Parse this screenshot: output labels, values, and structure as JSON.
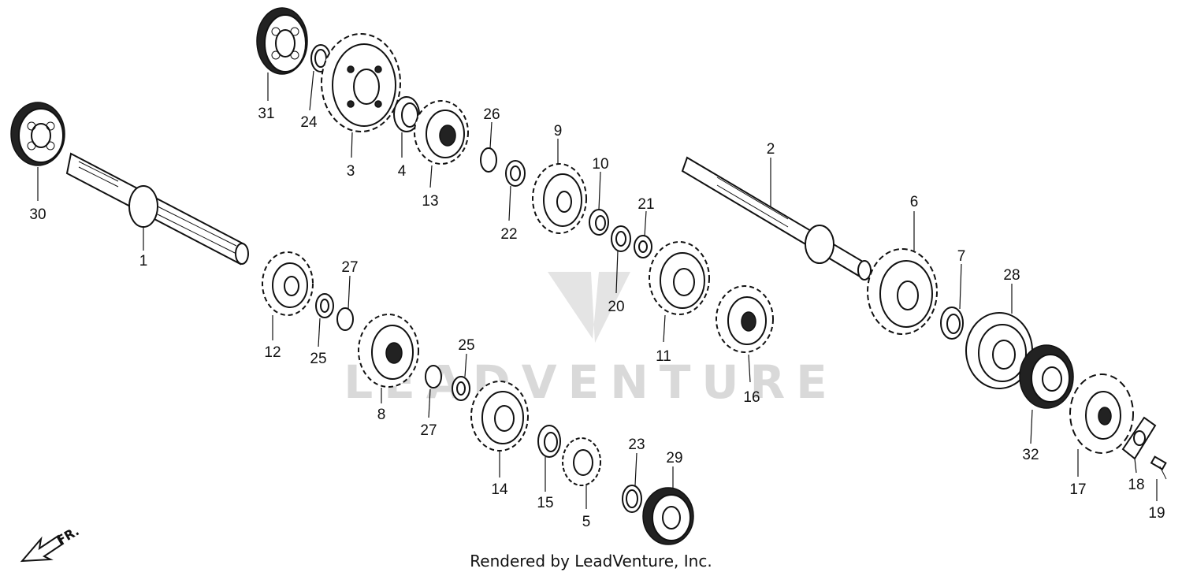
{
  "diagram": {
    "watermark": "LEADVENTURE",
    "credit": "Rendered by LeadVenture, Inc.",
    "direction_label": "FR.",
    "callouts": [
      "1",
      "2",
      "3",
      "4",
      "5",
      "6",
      "7",
      "8",
      "9",
      "10",
      "11",
      "12",
      "13",
      "14",
      "15",
      "16",
      "17",
      "18",
      "19",
      "20",
      "21",
      "22",
      "23",
      "24",
      "25",
      "25",
      "26",
      "27",
      "27",
      "28",
      "29",
      "30",
      "31",
      "32"
    ]
  }
}
